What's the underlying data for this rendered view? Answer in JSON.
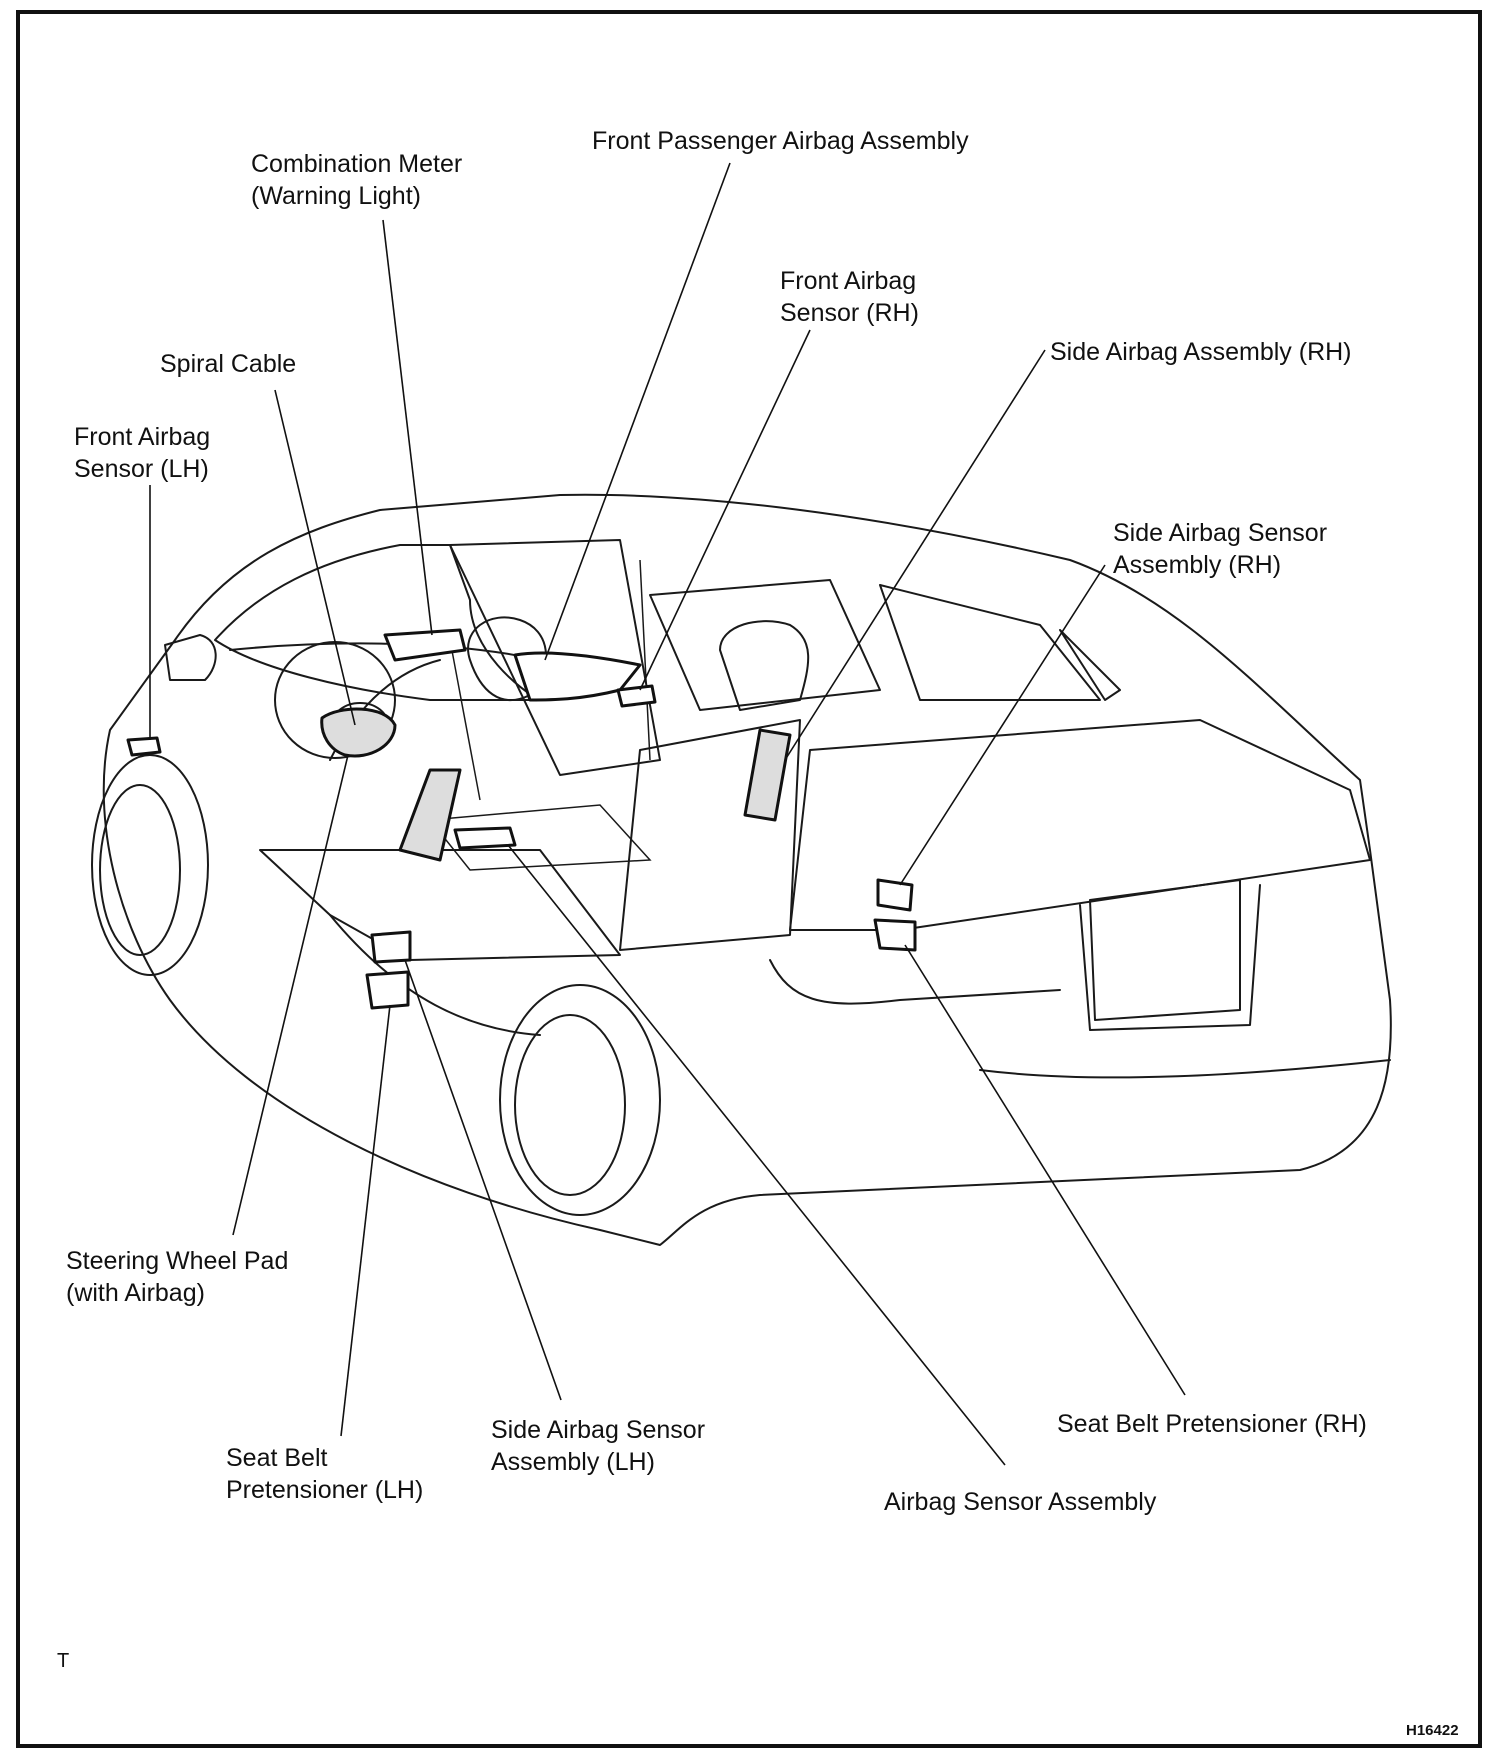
{
  "labels": {
    "combination_meter": [
      "Combination Meter",
      "(Warning Light)"
    ],
    "front_passenger_airbag": [
      "Front Passenger Airbag Assembly"
    ],
    "front_airbag_sensor_rh": [
      "Front Airbag",
      "Sensor (RH)"
    ],
    "spiral_cable": [
      "Spiral Cable"
    ],
    "side_airbag_assembly_rh": [
      "Side Airbag Assembly (RH)"
    ],
    "front_airbag_sensor_lh": [
      "Front Airbag",
      "Sensor (LH)"
    ],
    "side_airbag_sensor_rh": [
      "Side Airbag Sensor",
      "Assembly (RH)"
    ],
    "steering_wheel_pad": [
      "Steering Wheel Pad",
      "(with Airbag)"
    ],
    "seat_belt_pretensioner_rh": [
      "Seat Belt Pretensioner (RH)"
    ],
    "side_airbag_sensor_lh": [
      "Side  Airbag  Sensor",
      "Assembly (LH)"
    ],
    "seat_belt_pretensioner_lh": [
      "Seat Belt",
      "Pretensioner (LH)"
    ],
    "airbag_sensor_assembly": [
      "Airbag Sensor Assembly"
    ]
  },
  "corner_mark": "T",
  "figure_code": "H16422"
}
